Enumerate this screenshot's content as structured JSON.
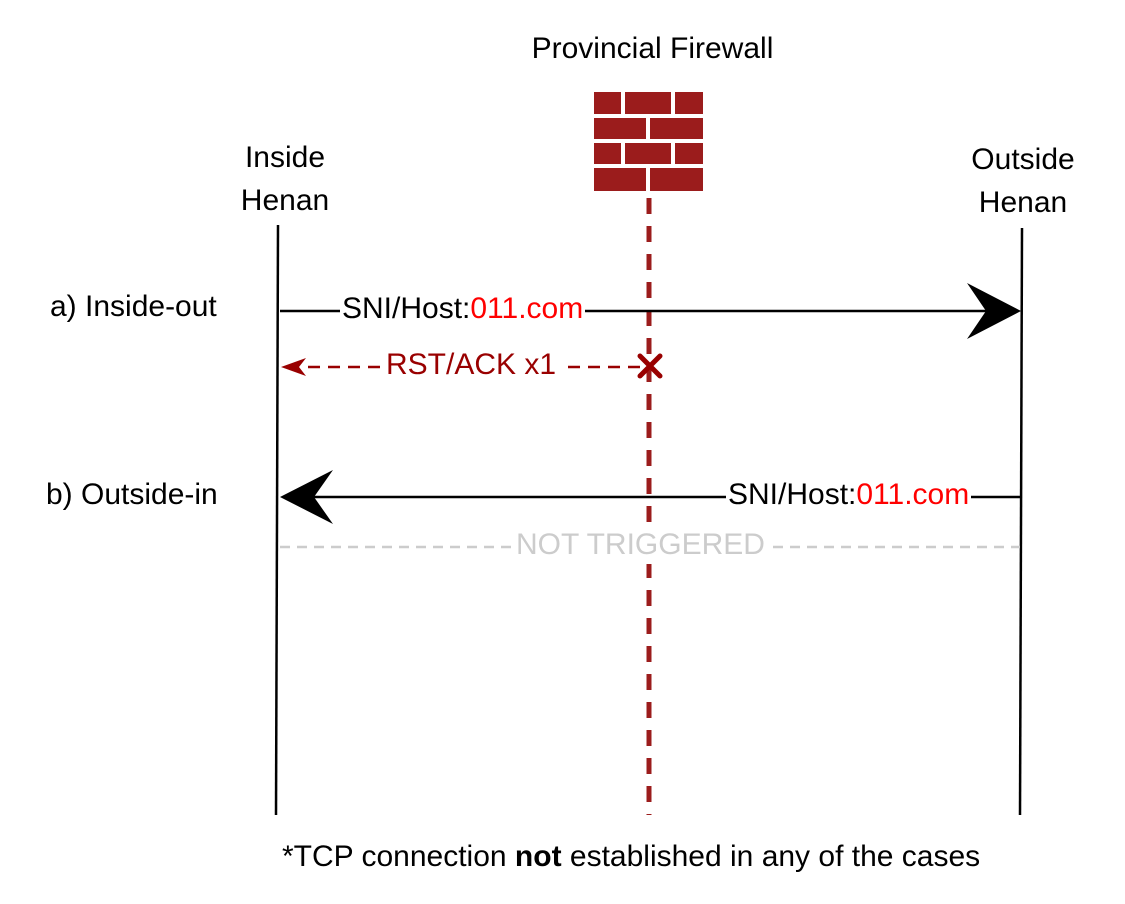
{
  "firewall": {
    "title": "Provincial Firewall",
    "icon": "brick-wall-icon",
    "color": "#9b1c1c"
  },
  "endpoints": {
    "inside": {
      "line1": "Inside",
      "line2": "Henan"
    },
    "outside": {
      "line1": "Outside",
      "line2": "Henan"
    }
  },
  "cases": {
    "a": {
      "label": "a) Inside-out",
      "request_prefix": "SNI/Host:",
      "request_domain": "011.com",
      "response": "RST/ACK x1"
    },
    "b": {
      "label": "b) Outside-in",
      "request_prefix": "SNI/Host:",
      "request_domain": "011.com",
      "response": "NOT TRIGGERED"
    }
  },
  "footnote": {
    "prefix": "*TCP connection ",
    "bold": "not",
    "suffix": " established in any of the cases"
  },
  "colors": {
    "firewall": "#9b1c1c",
    "rst": "#990000",
    "domain": "#ff0000",
    "not_triggered": "#cccccc",
    "line": "#000000"
  }
}
